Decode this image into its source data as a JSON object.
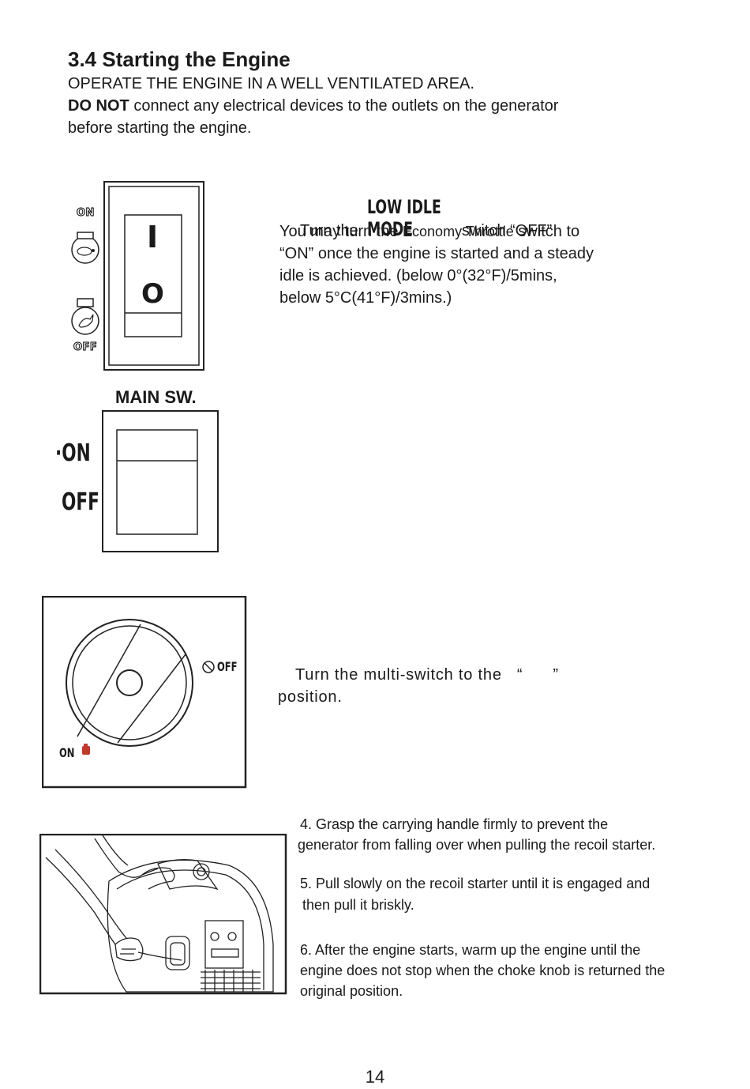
{
  "heading": "3.4 Starting the Engine",
  "warning_line": "OPERATE THE ENGINE IN A WELL VENTILATED AREA.",
  "do_not": {
    "bold": "DO NOT",
    "rest": " connect any electrical devices to the outlets on the generator",
    "line2": "before starting the engine."
  },
  "idle_switch": {
    "on_label": "ON",
    "off_label": "OFF",
    "glyph_on": "I",
    "glyph_off": "O"
  },
  "main_switch": {
    "title": "MAIN SW.",
    "on_label": "·ON",
    "off_label": "OFF"
  },
  "step_idle": {
    "prefix": "Turn the",
    "mode": "LOW IDLE MODE",
    "suffix": "switch “OFF”",
    "line2a": "You may turn the ",
    "line2b": "Economy Throttle",
    "line2c": " switch to",
    "line3": "“ON” once the engine is started and a steady",
    "line4": "idle is achieved. (below 0°(32°F)/5mins,",
    "line5": "below 5°C(41°F)/3mins.)"
  },
  "multi_switch": {
    "off_label": "OFF",
    "on_label": "ON"
  },
  "step_multi": {
    "line1": "Turn the multi-switch to the   “      ”",
    "line2": "position."
  },
  "steps": [
    {
      "line1": "4. Grasp the carrying handle firmly to prevent the",
      "line2": "generator from falling over when pulling the recoil starter."
    },
    {
      "line1": "5. Pull slowly on the recoil starter until it is engaged and",
      "line2": "then pull it briskly."
    },
    {
      "line1": "6. After the engine starts, warm up the engine until the",
      "line2": "engine does not stop when the choke knob is returned the",
      "line3": "original position."
    }
  ],
  "page_number": "14"
}
